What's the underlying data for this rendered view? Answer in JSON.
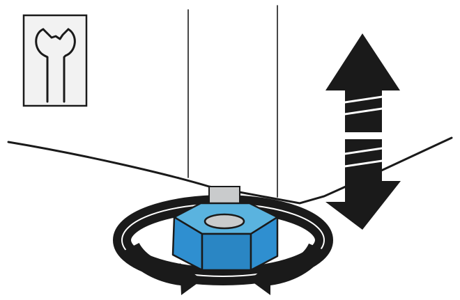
{
  "diagram": {
    "tool_icon": "wrench-icon",
    "direction_indicator": "up-down-arrow",
    "rotation_indicator": "rotate-arrows",
    "component": "adjustable-foot-hex-nut"
  },
  "colors": {
    "nut_top": "#5ab3df",
    "nut_side": "#2f8fd0",
    "nut_dark_side": "#2a86c4",
    "stem": "#c9cbcc",
    "line": "#1a1a1a",
    "background": "#ffffff",
    "icon_box_bg": "#f2f2f2"
  }
}
